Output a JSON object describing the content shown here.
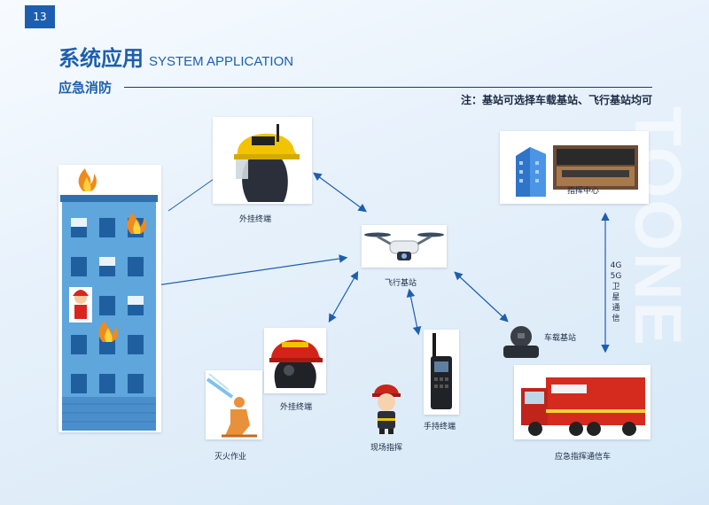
{
  "page_number": "13",
  "header": {
    "title_cn": "系统应用",
    "title_en": "SYSTEM APPLICATION"
  },
  "section_title": "应急消防",
  "note": "注：基站可选择车载基站、飞行基站均可",
  "watermark": "TOONE",
  "labels": {
    "helmet_top": "外挂终端",
    "drone": "飞行基站",
    "command_center": "指挥中心",
    "vehicle_station": "车载基站",
    "helmet_bottom": "外挂终端",
    "handheld": "手持终端",
    "site_command": "现场指挥",
    "firefighting": "灭火作业",
    "command_vehicle": "应急指挥通信车"
  },
  "link_label": [
    "4G",
    "5G",
    "卫",
    "星",
    "通",
    "信"
  ],
  "colors": {
    "brand": "#1d5fae",
    "arrow": "#1d5fae"
  }
}
